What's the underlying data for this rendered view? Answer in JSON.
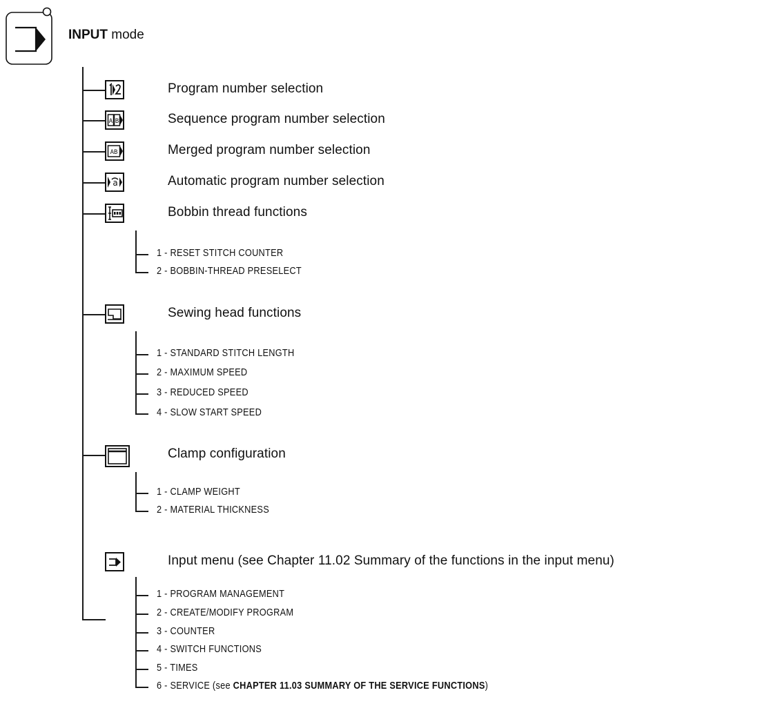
{
  "mode": {
    "keyword": "INPUT",
    "suffix": " mode",
    "icon": "input-mode-key-icon"
  },
  "items": [
    {
      "label": "Program number selection",
      "icon": "program-number-icon"
    },
    {
      "label": "Sequence program number selection",
      "icon": "sequence-program-icon"
    },
    {
      "label": "Merged program number selection",
      "icon": "merged-program-icon"
    },
    {
      "label": "Automatic program number selection",
      "icon": "automatic-program-icon"
    },
    {
      "label": "Bobbin thread functions",
      "icon": "bobbin-thread-icon",
      "subitems": [
        "1 - RESET  STITCH  COUNTER",
        "2 - BOBBIN-THREAD  PRESELECT"
      ]
    },
    {
      "label": "Sewing head functions",
      "icon": "sewing-head-icon",
      "subitems": [
        "1 - STANDARD  STITCH  LENGTH",
        "2 - MAXIMUM  SPEED",
        "3 - REDUCED  SPEED",
        "4 - SLOW  START  SPEED"
      ]
    },
    {
      "label": "Clamp configuration",
      "icon": "clamp-icon",
      "subitems": [
        "1 - CLAMP  WEIGHT",
        "2 - MATERIAL  THICKNESS"
      ]
    },
    {
      "label": "Input menu (see Chapter 11.02 Summary of the functions in the input menu)",
      "icon": "input-menu-icon",
      "subitems": [
        "1 - PROGRAM  MANAGEMENT",
        "2 - CREATE/MODIFY  PROGRAM",
        "3 - COUNTER",
        "4 - SWITCH  FUNCTIONS",
        "5 - TIMES"
      ],
      "service": {
        "prefix": "6 - SERVICE  (see ",
        "bold": "CHAPTER  11.03  SUMMARY  OF  THE  SERVICE  FUNCTIONS",
        "suffix": ")"
      }
    }
  ]
}
